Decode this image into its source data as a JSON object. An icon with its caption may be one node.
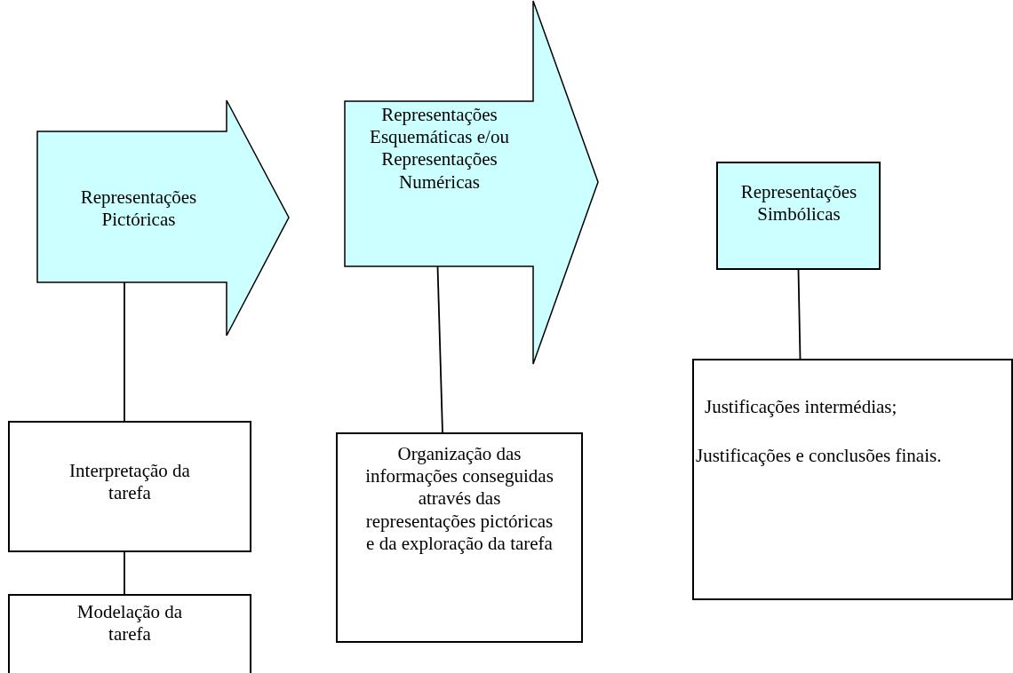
{
  "diagram": {
    "nodes": [
      {
        "text": [
          "Representações Pictóricas"
        ]
      },
      {
        "text": [
          "Representações Esquemáticas e/ou Representações Numéricas"
        ]
      },
      {
        "text": [
          "Representações Simbólicas"
        ]
      },
      {
        "text": [
          "Interpretação da tarefa"
        ]
      },
      {
        "text": [
          "Modelação da tarefa"
        ]
      },
      {
        "text": [
          "Organização das informações conseguidas através das representações pictóricas e da exploração da tarefa"
        ]
      },
      {
        "text": [
          "Justificações intermédias;",
          "Justificações e conclusões finais."
        ]
      }
    ],
    "edges": [
      {
        "from": 0,
        "to": 3,
        "arrow": "none"
      },
      {
        "from": 3,
        "to": 4,
        "arrow": "none"
      },
      {
        "from": 1,
        "to": 5,
        "arrow": "none"
      },
      {
        "from": 2,
        "to": 6,
        "arrow": "none"
      }
    ]
  }
}
